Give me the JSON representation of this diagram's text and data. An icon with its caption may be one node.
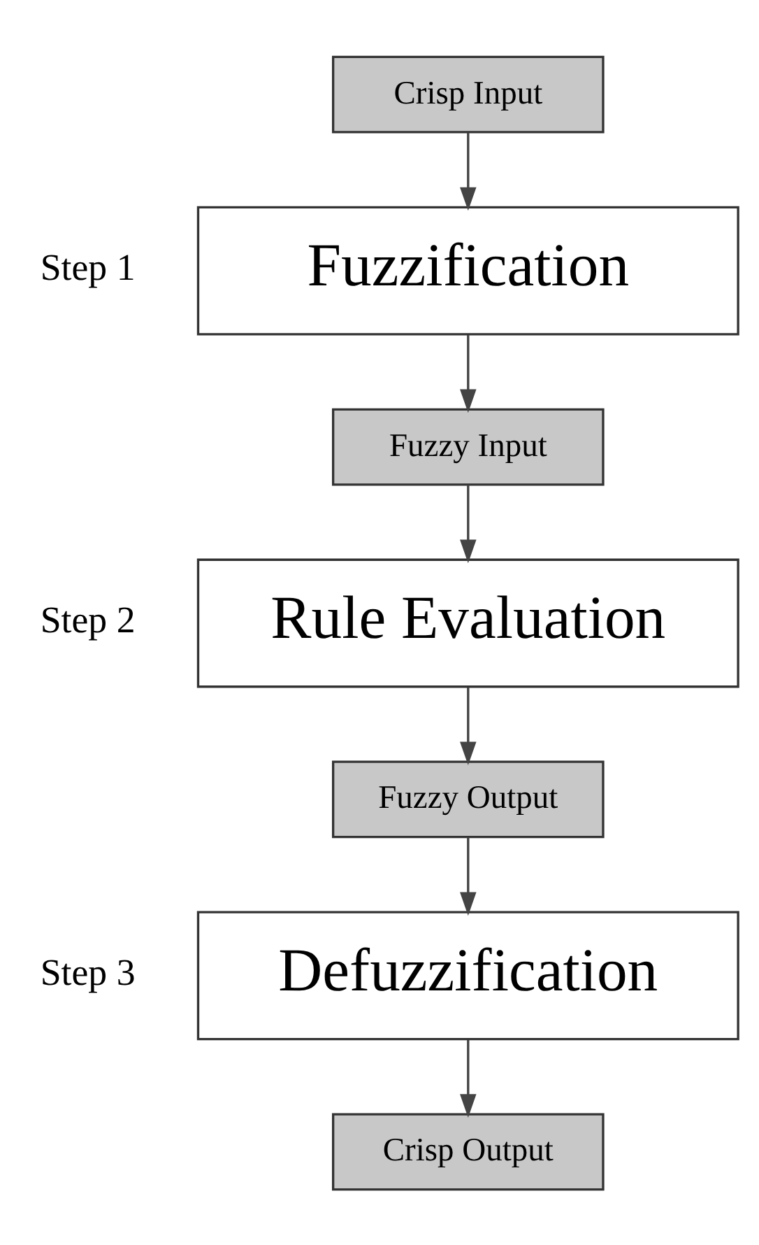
{
  "diagram": {
    "nodes": [
      {
        "text": [
          "Crisp Input"
        ]
      },
      {
        "text": [
          "Fuzzification"
        ],
        "beside": [
          "Step 1"
        ]
      },
      {
        "text": [
          "Fuzzy Input"
        ]
      },
      {
        "text": [
          "Rule Evaluation"
        ],
        "beside": [
          "Step 2"
        ]
      },
      {
        "text": [
          "Fuzzy Output"
        ]
      },
      {
        "text": [
          "Defuzzification"
        ],
        "beside": [
          "Step 3"
        ]
      },
      {
        "text": [
          "Crisp Output"
        ]
      }
    ],
    "edges": [
      {
        "from": 0,
        "to": 1,
        "arrow": "to"
      },
      {
        "from": 1,
        "to": 2,
        "arrow": "to"
      },
      {
        "from": 2,
        "to": 3,
        "arrow": "to"
      },
      {
        "from": 3,
        "to": 4,
        "arrow": "to"
      },
      {
        "from": 4,
        "to": 5,
        "arrow": "to"
      },
      {
        "from": 5,
        "to": 6,
        "arrow": "to"
      }
    ]
  }
}
